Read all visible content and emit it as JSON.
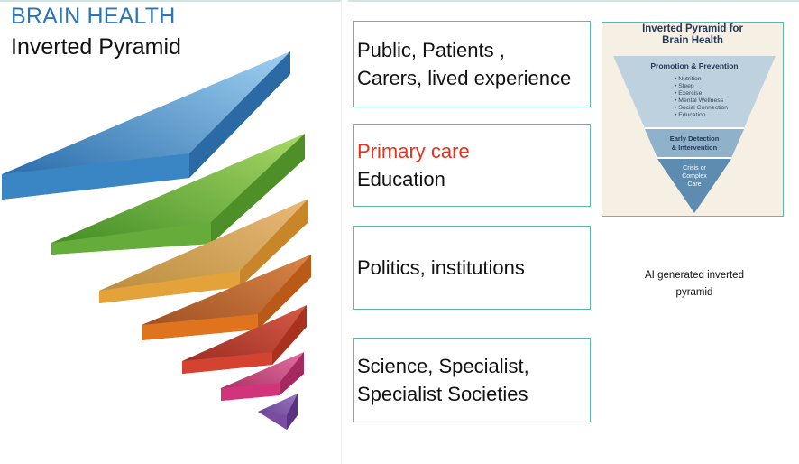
{
  "left_panel": {
    "title_primary": "BRAIN HEALTH",
    "title_secondary": "Inverted Pyramid",
    "pyramid_colors": [
      "#3a86c4",
      "#66ac3a",
      "#e3a23a",
      "#e0731e",
      "#d44230",
      "#d2347c",
      "#7b4aa3"
    ]
  },
  "levels": [
    {
      "lines": [
        "Public, Patients ,",
        "Carers, lived experience"
      ]
    },
    {
      "lines": [
        "Primary care",
        "Education"
      ],
      "accent_line": "Primary care",
      "accent_color": "#e8321e"
    },
    {
      "lines": [
        "Politics, institutions"
      ]
    },
    {
      "lines": [
        "Science, Specialist,",
        "Specialist Societies"
      ]
    }
  ],
  "ai_card": {
    "title_line1": "Inverted Pyramid for",
    "title_line2": "Brain Health",
    "tier1_heading": "Promotion & Prevention",
    "tier1_items": [
      "Nutrition",
      "Sleep",
      "Exercise",
      "Mental Wellness",
      "Social Connection",
      "Education"
    ],
    "tier2_line1": "Early Detection",
    "tier2_line2": "& Intervention",
    "tier3_line1": "Crisis or",
    "tier3_line2": "Complex",
    "tier3_line3": "Care",
    "colors": {
      "tier1": "#bdd2de",
      "tier2": "#8fb1ca",
      "tier3": "#5e8bb0",
      "heading": "#24385a"
    }
  },
  "caption": {
    "line1": "AI generated inverted",
    "line2": "pyramid"
  }
}
